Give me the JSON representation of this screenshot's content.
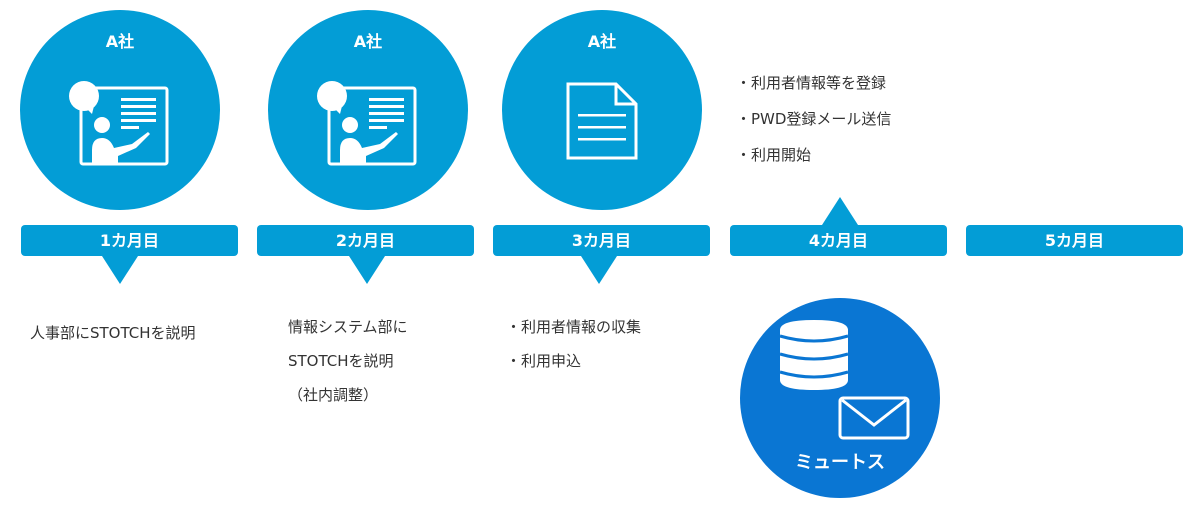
{
  "columns": [
    {
      "company": "A社",
      "month": "1カ月目",
      "notes": [
        "人事部にSTOTCHを説明"
      ],
      "icon": "presentation-icon"
    },
    {
      "company": "A社",
      "month": "2カ月目",
      "notes": [
        "情報システム部に",
        "STOTCHを説明",
        "（社内調整）"
      ],
      "icon": "presentation-icon"
    },
    {
      "company": "A社",
      "month": "3カ月目",
      "notes": [
        "・利用者情報の収集",
        "・利用申込"
      ],
      "icon": "document-icon"
    },
    {
      "month": "4カ月目",
      "notes": [
        "・利用者情報等を登録",
        "・PWD登録メール送信",
        "・利用開始"
      ]
    },
    {
      "month": "5カ月目"
    }
  ],
  "vendor": {
    "name": "ミュートス",
    "icons": [
      "database-icon",
      "mail-icon"
    ]
  },
  "colors": {
    "primary": "#039dd6",
    "vendor": "#0a76d3"
  }
}
